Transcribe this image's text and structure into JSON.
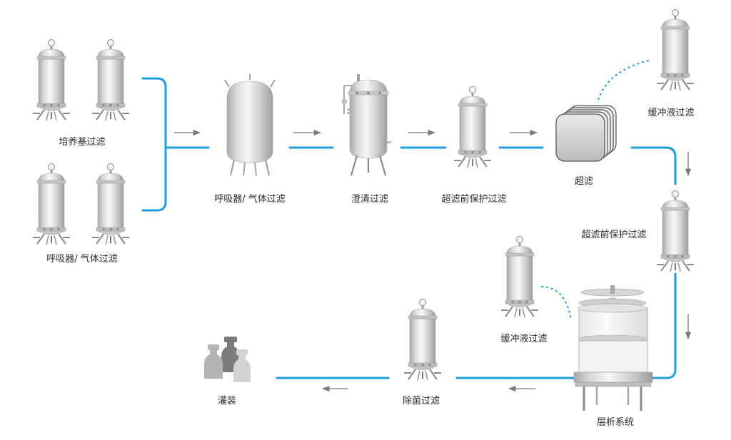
{
  "labels": {
    "medium_filtration": "培养基过滤",
    "breather_gas_filtration_left": "呼吸器/ 气体过滤",
    "breather_gas_filtration_mid": "呼吸器/ 气体过滤",
    "clarification_filtration": "澄清过滤",
    "ultrafiltration_prefilter": "超滤前保护过滤",
    "ultrafiltration": "超滤",
    "buffer_filtration_top": "缓冲液过滤",
    "ultrafiltration_prefilter_right": "超滤前保护过滤",
    "buffer_filtration_bottom": "缓冲液过滤",
    "chromatography_system": "层析系统",
    "sterile_filtration": "除菌过滤",
    "filling": "灌装"
  },
  "colors": {
    "pipe": "#1a9fe0",
    "arrow": "#7a7a7a",
    "steel_light": "#f2f2f2",
    "steel_mid": "#cfcfcf",
    "steel_dark": "#a8a8a8"
  }
}
